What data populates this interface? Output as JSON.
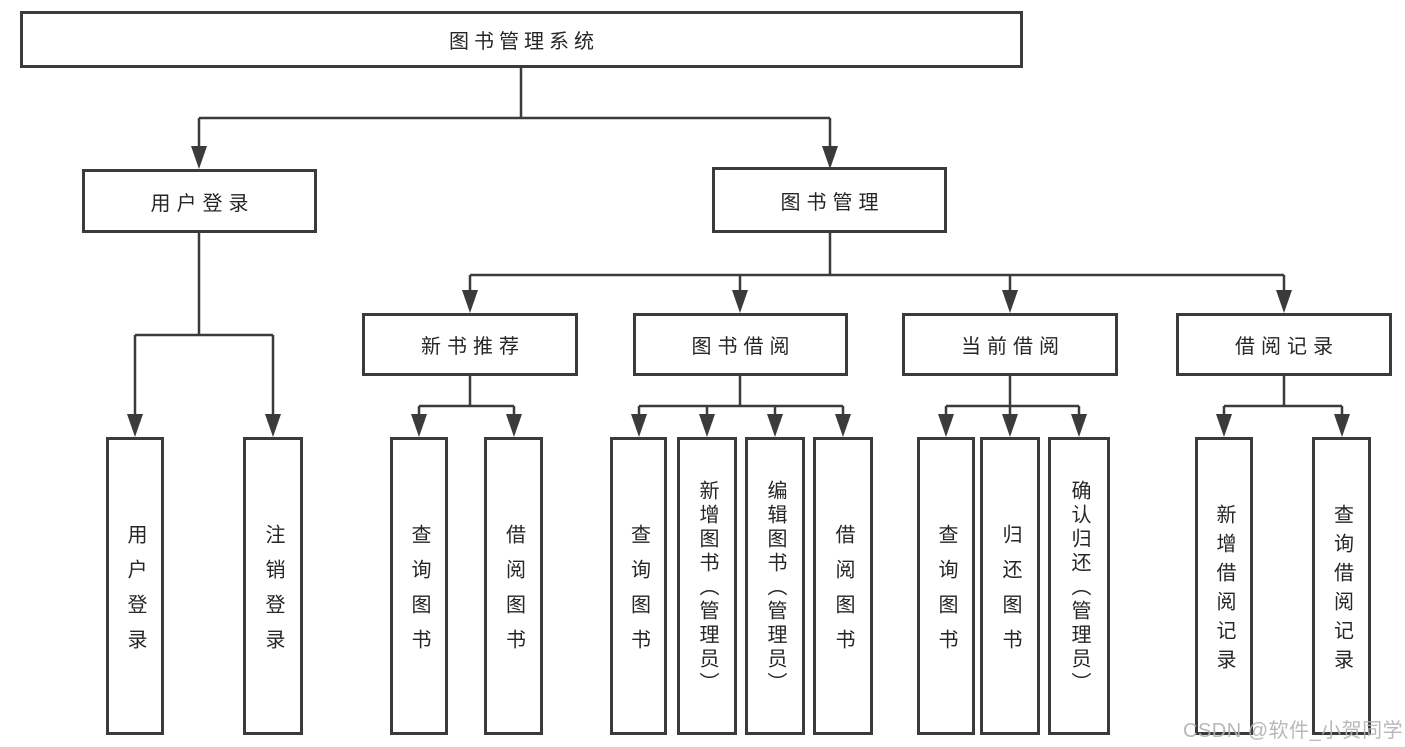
{
  "tree": {
    "root": "图书管理系统",
    "login": {
      "label": "用户登录",
      "children": [
        "用户登录",
        "注销登录"
      ]
    },
    "management": {
      "label": "图书管理",
      "groups": [
        {
          "label": "新书推荐",
          "children": [
            "查询图书",
            "借阅图书"
          ]
        },
        {
          "label": "图书借阅",
          "children": [
            "查询图书",
            "新增图书（管理员）",
            "编辑图书（管理员）",
            "借阅图书"
          ]
        },
        {
          "label": "当前借阅",
          "children": [
            "查询图书",
            "归还图书",
            "确认归还（管理员）"
          ]
        },
        {
          "label": "借阅记录",
          "children": [
            "新增借阅记录",
            "查询借阅记录"
          ]
        }
      ]
    }
  },
  "watermark": {
    "text": "CSDN @软件_小贺同学"
  },
  "colors": {
    "line": "#3b3b3b",
    "box_border": "#3b3b3b",
    "text": "#262626",
    "watermark": "#b3b3b3",
    "background": "#ffffff"
  }
}
